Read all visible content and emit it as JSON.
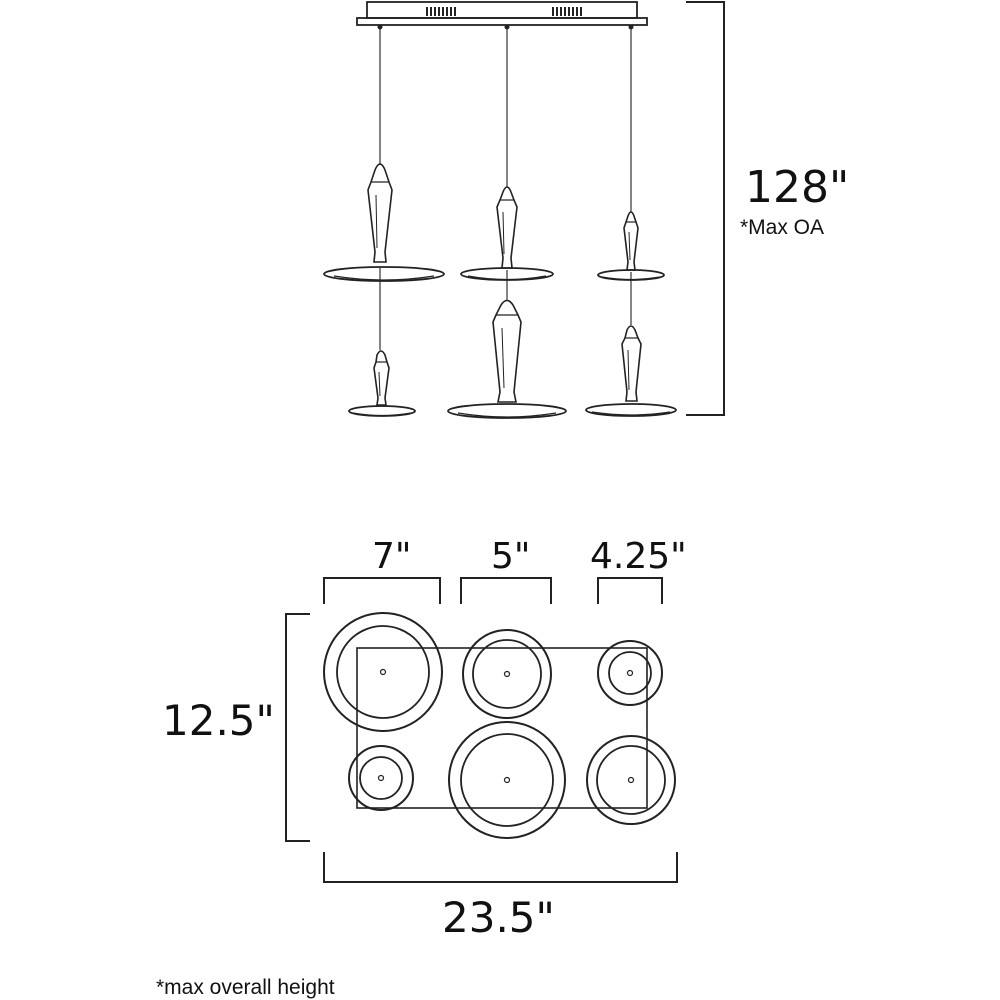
{
  "dimensions": {
    "height_max": "128\"",
    "height_note": "*Max OA",
    "shade_large": "7\"",
    "shade_medium": "5\"",
    "shade_small": "4.25\"",
    "canopy_depth": "12.5\"",
    "canopy_width": "23.5\""
  },
  "footnote": "*max overall height",
  "colors": {
    "line": "#222222",
    "text": "#111111"
  }
}
